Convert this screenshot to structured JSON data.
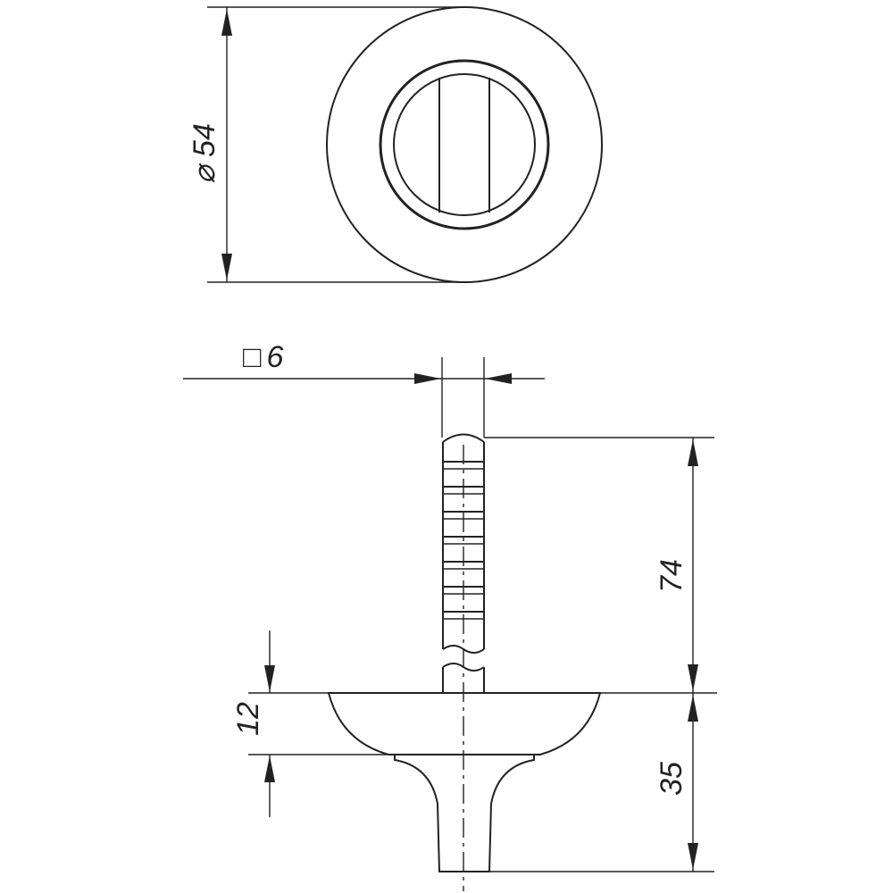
{
  "drawing": {
    "dimensions": {
      "diameter_symbol": "⌀",
      "diameter_value": "54",
      "square_symbol": "□",
      "square_value": "6",
      "spindle_length": "74",
      "rose_height": "12",
      "knob_height": "35"
    },
    "colors": {
      "line": "#222222",
      "background": "#ffffff"
    }
  }
}
